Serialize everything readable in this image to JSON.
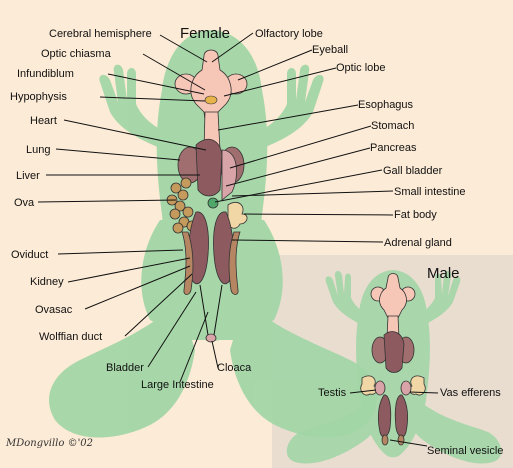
{
  "titles": {
    "female": "Female",
    "male": "Male"
  },
  "female_labels": {
    "cerebral_hemisphere": "Cerebral hemisphere",
    "optic_chiasma": "Optic chiasma",
    "infundiblum": "Infundiblum",
    "hypophysis": "Hypophysis",
    "heart": "Heart",
    "lung": "Lung",
    "liver": "Liver",
    "ova": "Ova",
    "oviduct": "Oviduct",
    "kidney": "Kidney",
    "ovasac": "Ovasac",
    "wolffian_duct": "Wolffian duct",
    "bladder": "Bladder",
    "large_intestine": "Large Intestine",
    "cloaca": "Cloaca",
    "olfactory_lobe": "Olfactory lobe",
    "eyeball": "Eyeball",
    "optic_lobe": "Optic lobe",
    "esophagus": "Esophagus",
    "stomach": "Stomach",
    "pancreas": "Pancreas",
    "gall_bladder": "Gall bladder",
    "small_intestine": "Small intestine",
    "fat_body": "Fat body",
    "adrenal_gland": "Adrenal gland"
  },
  "male_labels": {
    "testis": "Testis",
    "vas_efferens": "Vas efferens",
    "seminal_vesicle": "Seminal vesicle"
  },
  "signature": "MDongvillo ©'02",
  "colors": {
    "background": "#fcebd6",
    "male_panel": "#e9ddd0",
    "body": "#a3d6a7",
    "body_outline": "#7bb585",
    "brain": "#f6c6b6",
    "organ_dark": "#8c5a5f",
    "organ_mid": "#a06e6e",
    "organ_pink": "#d9a4a8",
    "kidney": "#b68662",
    "ova": "#c49a5d",
    "fat_body": "#f1d7a6"
  }
}
